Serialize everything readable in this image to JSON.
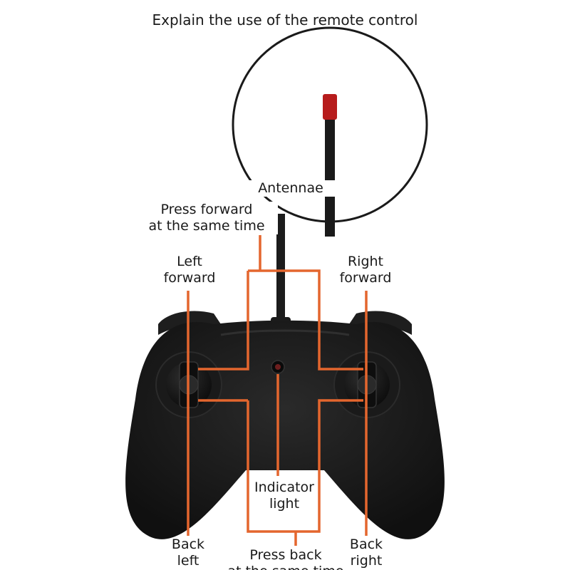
{
  "title": "Explain the use of the remote control",
  "labels": {
    "antennae": "Antennae",
    "press_forward_line1": "Press forward",
    "press_forward_line2": "at the same time",
    "left_forward_line1": "Left",
    "left_forward_line2": "forward",
    "right_forward_line1": "Right",
    "right_forward_line2": "forward",
    "indicator_line1": "Indicator",
    "indicator_line2": "light",
    "back_left_line1": "Back",
    "back_left_line2": "left",
    "back_right_line1": "Back",
    "back_right_line2": "right",
    "press_back_line1": "Press back",
    "press_back_line2": "at the same time"
  },
  "colors": {
    "controller_body": "#161616",
    "callout_line": "#e4662e",
    "antenna_tip": "#b71c1c",
    "text": "#1a1a1a"
  }
}
